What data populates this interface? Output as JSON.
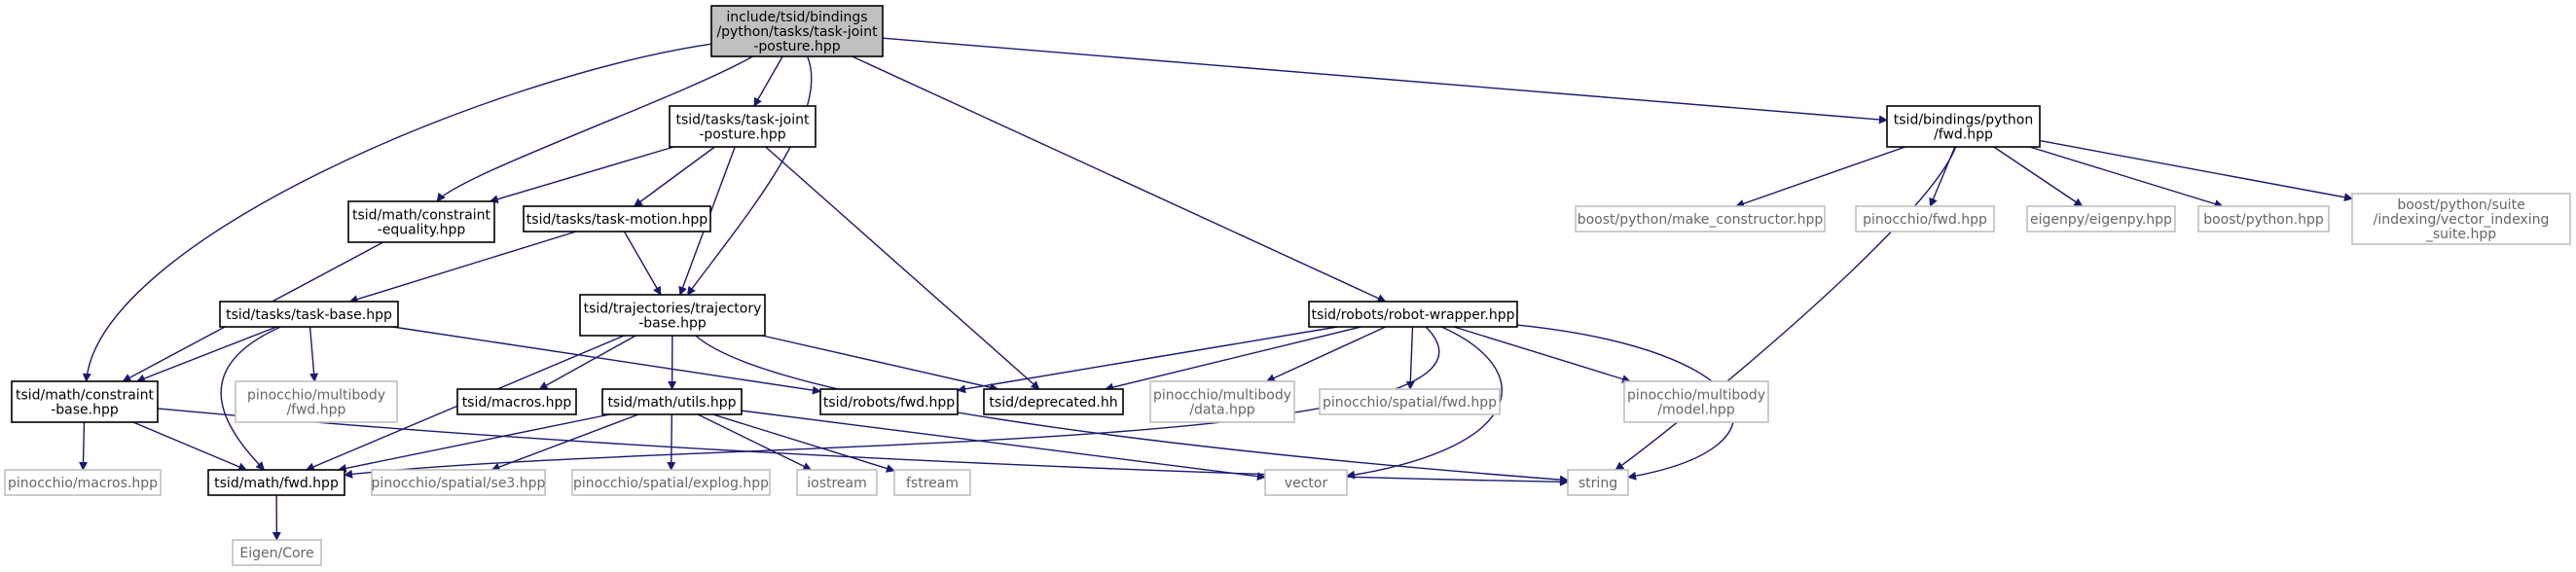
{
  "diagram": {
    "colors": {
      "edge": "#191970",
      "main_fill": "#bfbfbf",
      "external_border": "#bfbfbf",
      "external_text": "#666666"
    },
    "nodes": [
      {
        "id": "root",
        "kind": "main",
        "lines": [
          "include/tsid/bindings",
          "/python/tasks/task-joint",
          "-posture.hpp"
        ]
      },
      {
        "id": "task_joint_posture",
        "kind": "local",
        "lines": [
          "tsid/tasks/task-joint",
          "-posture.hpp"
        ]
      },
      {
        "id": "constraint_equality",
        "kind": "local",
        "lines": [
          "tsid/math/constraint",
          "-equality.hpp"
        ]
      },
      {
        "id": "task_motion",
        "kind": "local",
        "lines": [
          "tsid/tasks/task-motion.hpp"
        ]
      },
      {
        "id": "task_base",
        "kind": "local",
        "lines": [
          "tsid/tasks/task-base.hpp"
        ]
      },
      {
        "id": "trajectory_base",
        "kind": "local",
        "lines": [
          "tsid/trajectories/trajectory",
          "-base.hpp"
        ]
      },
      {
        "id": "constraint_base",
        "kind": "local",
        "lines": [
          "tsid/math/constraint",
          "-base.hpp"
        ]
      },
      {
        "id": "pin_multibody_fwd",
        "kind": "external",
        "lines": [
          "pinocchio/multibody",
          "/fwd.hpp"
        ]
      },
      {
        "id": "tsid_macros",
        "kind": "local",
        "lines": [
          "tsid/macros.hpp"
        ]
      },
      {
        "id": "math_utils",
        "kind": "local",
        "lines": [
          "tsid/math/utils.hpp"
        ]
      },
      {
        "id": "robots_fwd",
        "kind": "local",
        "lines": [
          "tsid/robots/fwd.hpp"
        ]
      },
      {
        "id": "deprecated",
        "kind": "local",
        "lines": [
          "tsid/deprecated.hh"
        ]
      },
      {
        "id": "pin_macros",
        "kind": "external",
        "lines": [
          "pinocchio/macros.hpp"
        ]
      },
      {
        "id": "math_fwd",
        "kind": "local",
        "lines": [
          "tsid/math/fwd.hpp"
        ]
      },
      {
        "id": "pin_se3",
        "kind": "external",
        "lines": [
          "pinocchio/spatial/se3.hpp"
        ]
      },
      {
        "id": "pin_explog",
        "kind": "external",
        "lines": [
          "pinocchio/spatial/explog.hpp"
        ]
      },
      {
        "id": "iostream",
        "kind": "external",
        "lines": [
          "iostream"
        ]
      },
      {
        "id": "fstream",
        "kind": "external",
        "lines": [
          "fstream"
        ]
      },
      {
        "id": "eigen_core",
        "kind": "external",
        "lines": [
          "Eigen/Core"
        ]
      },
      {
        "id": "robot_wrapper",
        "kind": "local",
        "lines": [
          "tsid/robots/robot-wrapper.hpp"
        ]
      },
      {
        "id": "pin_multibody_data",
        "kind": "external",
        "lines": [
          "pinocchio/multibody",
          "/data.hpp"
        ]
      },
      {
        "id": "pin_spatial_fwd",
        "kind": "external",
        "lines": [
          "pinocchio/spatial/fwd.hpp"
        ]
      },
      {
        "id": "pin_multibody_model",
        "kind": "external",
        "lines": [
          "pinocchio/multibody",
          "/model.hpp"
        ]
      },
      {
        "id": "vector",
        "kind": "external",
        "lines": [
          "vector"
        ]
      },
      {
        "id": "string",
        "kind": "external",
        "lines": [
          "string"
        ]
      },
      {
        "id": "bindings_fwd",
        "kind": "local",
        "lines": [
          "tsid/bindings/python",
          "/fwd.hpp"
        ]
      },
      {
        "id": "make_constructor",
        "kind": "external",
        "lines": [
          "boost/python/make_constructor.hpp"
        ]
      },
      {
        "id": "pin_fwd",
        "kind": "external",
        "lines": [
          "pinocchio/fwd.hpp"
        ]
      },
      {
        "id": "eigenpy",
        "kind": "external",
        "lines": [
          "eigenpy/eigenpy.hpp"
        ]
      },
      {
        "id": "boost_python",
        "kind": "external",
        "lines": [
          "boost/python.hpp"
        ]
      },
      {
        "id": "vector_indexing",
        "kind": "external",
        "lines": [
          "boost/python/suite",
          "/indexing/vector_indexing",
          "_suite.hpp"
        ]
      }
    ],
    "edges": [
      [
        "root",
        "task_joint_posture"
      ],
      [
        "root",
        "constraint_equality"
      ],
      [
        "root",
        "constraint_base"
      ],
      [
        "root",
        "trajectory_base"
      ],
      [
        "root",
        "robot_wrapper"
      ],
      [
        "root",
        "bindings_fwd"
      ],
      [
        "task_joint_posture",
        "constraint_equality"
      ],
      [
        "task_joint_posture",
        "task_motion"
      ],
      [
        "task_joint_posture",
        "trajectory_base"
      ],
      [
        "task_joint_posture",
        "deprecated"
      ],
      [
        "constraint_equality",
        "constraint_base"
      ],
      [
        "task_motion",
        "task_base"
      ],
      [
        "task_motion",
        "trajectory_base"
      ],
      [
        "task_base",
        "constraint_base"
      ],
      [
        "task_base",
        "pin_multibody_fwd"
      ],
      [
        "task_base",
        "math_fwd"
      ],
      [
        "task_base",
        "robots_fwd"
      ],
      [
        "trajectory_base",
        "tsid_macros"
      ],
      [
        "trajectory_base",
        "math_utils"
      ],
      [
        "trajectory_base",
        "deprecated"
      ],
      [
        "trajectory_base",
        "math_fwd"
      ],
      [
        "trajectory_base",
        "string"
      ],
      [
        "constraint_base",
        "pin_macros"
      ],
      [
        "constraint_base",
        "math_fwd"
      ],
      [
        "constraint_base",
        "string"
      ],
      [
        "math_utils",
        "math_fwd"
      ],
      [
        "math_utils",
        "pin_se3"
      ],
      [
        "math_utils",
        "pin_explog"
      ],
      [
        "math_utils",
        "iostream"
      ],
      [
        "math_utils",
        "fstream"
      ],
      [
        "math_utils",
        "vector"
      ],
      [
        "math_fwd",
        "eigen_core"
      ],
      [
        "robot_wrapper",
        "robots_fwd"
      ],
      [
        "robot_wrapper",
        "deprecated"
      ],
      [
        "robot_wrapper",
        "pin_multibody_data"
      ],
      [
        "robot_wrapper",
        "pin_spatial_fwd"
      ],
      [
        "robot_wrapper",
        "pin_multibody_model"
      ],
      [
        "robot_wrapper",
        "math_fwd"
      ],
      [
        "robot_wrapper",
        "vector"
      ],
      [
        "robot_wrapper",
        "string"
      ],
      [
        "bindings_fwd",
        "make_constructor"
      ],
      [
        "bindings_fwd",
        "pin_fwd"
      ],
      [
        "bindings_fwd",
        "eigenpy"
      ],
      [
        "bindings_fwd",
        "boost_python"
      ],
      [
        "bindings_fwd",
        "vector_indexing"
      ],
      [
        "bindings_fwd",
        "string"
      ]
    ]
  }
}
